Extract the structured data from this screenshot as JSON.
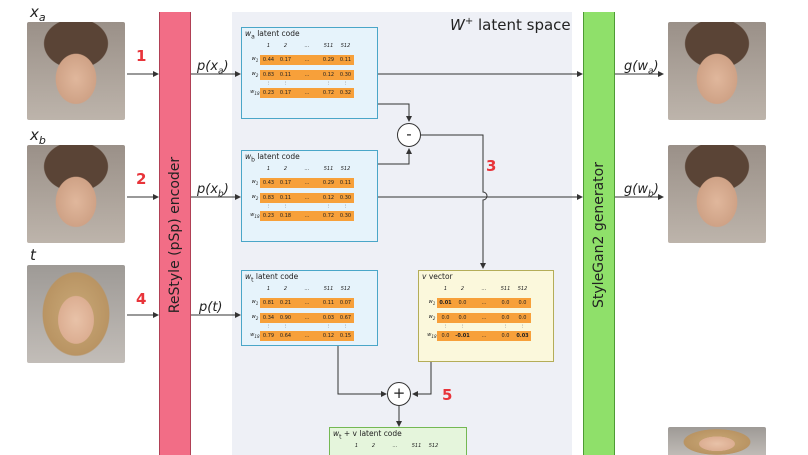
{
  "latent_space_title": "W",
  "latent_space_sup": "+",
  "latent_space_suffix": " latent space",
  "encoder_label": "ReStyle (pSp) encoder",
  "generator_label": "StyleGan2 generator",
  "inputs": [
    {
      "var": "x",
      "sub": "a",
      "step": "1",
      "out_fn": "p(x",
      "out_sub": "a",
      "out_close": ")",
      "gen_fn": "g(w",
      "gen_sub": "a",
      "gen_close": ")"
    },
    {
      "var": "x",
      "sub": "b",
      "step": "2",
      "out_fn": "p(x",
      "out_sub": "b",
      "out_close": ")",
      "gen_fn": "g(w",
      "gen_sub": "b",
      "gen_close": ")"
    },
    {
      "var": "t",
      "sub": "",
      "step": "4",
      "out_fn": "p(t)",
      "out_sub": "",
      "out_close": ""
    }
  ],
  "step3": "3",
  "step5": "5",
  "op_minus": "-",
  "op_plus": "+",
  "panels": {
    "wa": {
      "title_pre": "w",
      "title_sub": "a",
      "title_post": " latent code",
      "cols": [
        "1",
        "2",
        "…",
        "511",
        "512"
      ],
      "rows": [
        {
          "label": "w",
          "label_sub": "1",
          "vals": [
            "0.44",
            "0.17",
            "…",
            "0.29",
            "0.11"
          ]
        },
        {
          "label": "w",
          "label_sub": "2",
          "vals": [
            "0.83",
            "0.11",
            "…",
            "0.12",
            "0.30"
          ]
        },
        {
          "label": "w",
          "label_sub": "18",
          "vals": [
            "0.23",
            "0.17",
            "…",
            "0.72",
            "0.32"
          ]
        }
      ]
    },
    "wb": {
      "title_pre": "w",
      "title_sub": "b",
      "title_post": " latent code",
      "cols": [
        "1",
        "2",
        "…",
        "511",
        "512"
      ],
      "rows": [
        {
          "label": "w",
          "label_sub": "1",
          "vals": [
            "0.43",
            "0.17",
            "…",
            "0.29",
            "0.11"
          ]
        },
        {
          "label": "w",
          "label_sub": "2",
          "vals": [
            "0.83",
            "0.11",
            "…",
            "0.12",
            "0.30"
          ]
        },
        {
          "label": "w",
          "label_sub": "18",
          "vals": [
            "0.23",
            "0.18",
            "…",
            "0.72",
            "0.30"
          ]
        }
      ]
    },
    "wt": {
      "title_pre": "w",
      "title_sub": "t",
      "title_post": " latent code",
      "cols": [
        "1",
        "2",
        "…",
        "511",
        "512"
      ],
      "rows": [
        {
          "label": "w",
          "label_sub": "1",
          "vals": [
            "0.81",
            "0.21",
            "…",
            "0.11",
            "0.07"
          ]
        },
        {
          "label": "w",
          "label_sub": "2",
          "vals": [
            "0.34",
            "0.90",
            "…",
            "0.03",
            "0.67"
          ]
        },
        {
          "label": "w",
          "label_sub": "18",
          "vals": [
            "0.79",
            "0.64",
            "…",
            "0.12",
            "0.15"
          ]
        }
      ]
    },
    "v": {
      "title_pre": "v",
      "title_sub": "",
      "title_post": " vector",
      "cols": [
        "1",
        "2",
        "…",
        "511",
        "512"
      ],
      "rows": [
        {
          "label": "w",
          "label_sub": "1",
          "vals": [
            "0.01",
            "0.0",
            "…",
            "0.0",
            "0.0"
          ],
          "bold": [
            0
          ]
        },
        {
          "label": "w",
          "label_sub": "2",
          "vals": [
            "0.0",
            "0.0",
            "…",
            "0.0",
            "0.0"
          ],
          "bold": []
        },
        {
          "label": "w",
          "label_sub": "18",
          "vals": [
            "0.0",
            "-0.01",
            "…",
            "0.0",
            "0.03"
          ],
          "bold": [
            1,
            4
          ]
        }
      ]
    },
    "sum": {
      "title_pre": "w",
      "title_sub": "t",
      "title_post": " + v latent code",
      "cols": [
        "1",
        "2",
        "…",
        "511",
        "512"
      ]
    }
  },
  "colors": {
    "encoder": "#f26d86",
    "generator": "#8fe06a",
    "cell": "#f7a03a",
    "step_number": "#e8343a"
  }
}
